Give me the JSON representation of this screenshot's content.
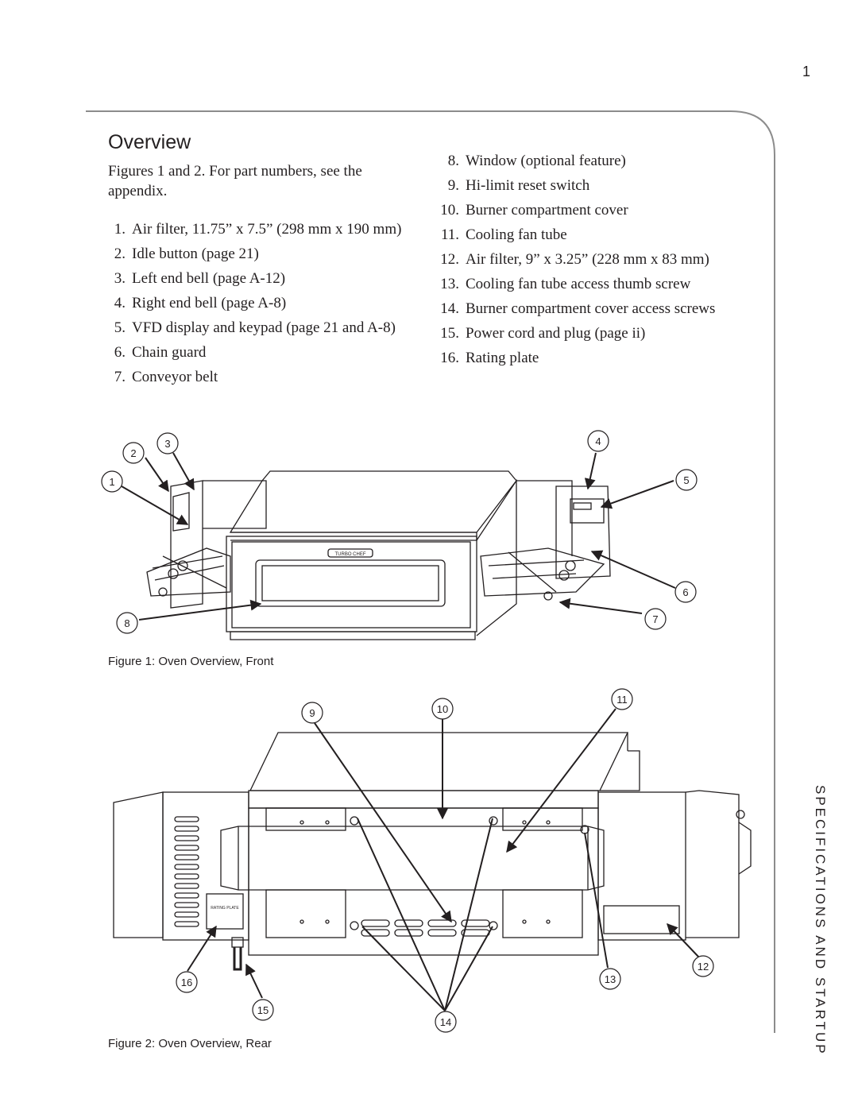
{
  "page_number": "1",
  "section_tab": "SPECIFICATIONS AND STARTUP",
  "heading": "Overview",
  "intro": "Figures 1 and 2. For part numbers, see the appendix.",
  "parts_left": [
    {
      "num": "1.",
      "text": "Air filter, 11.75” x 7.5” (298 mm x 190 mm)"
    },
    {
      "num": "2.",
      "text": "Idle button (page 21)"
    },
    {
      "num": "3.",
      "text": "Left end bell (page A-12)"
    },
    {
      "num": "4.",
      "text": "Right end bell (page A-8)"
    },
    {
      "num": "5.",
      "text": "VFD display and keypad (page 21 and A-8)"
    },
    {
      "num": "6.",
      "text": "Chain guard"
    },
    {
      "num": "7.",
      "text": "Conveyor belt"
    }
  ],
  "parts_right": [
    {
      "num": "8.",
      "text": "Window (optional feature)"
    },
    {
      "num": "9.",
      "text": "Hi-limit reset switch"
    },
    {
      "num": "10.",
      "text": "Burner compartment cover"
    },
    {
      "num": "11.",
      "text": "Cooling fan tube"
    },
    {
      "num": "12.",
      "text": "Air filter, 9” x 3.25” (228 mm x 83 mm)"
    },
    {
      "num": "13.",
      "text": "Cooling fan tube access thumb screw"
    },
    {
      "num": "14.",
      "text": "Burner compartment cover access screws"
    },
    {
      "num": "15.",
      "text": "Power cord and plug (page ii)"
    },
    {
      "num": "16.",
      "text": "Rating plate"
    }
  ],
  "figure1": {
    "caption": "Figure 1: Oven Overview, Front",
    "callouts": [
      "1",
      "2",
      "3",
      "4",
      "5",
      "6",
      "7",
      "8"
    ],
    "logo_text": "TURBO CHEF"
  },
  "figure2": {
    "caption": "Figure 2: Oven Overview, Rear",
    "callouts": [
      "9",
      "10",
      "11",
      "12",
      "13",
      "14",
      "15",
      "16"
    ],
    "plate_text": "RATING PLATE"
  }
}
